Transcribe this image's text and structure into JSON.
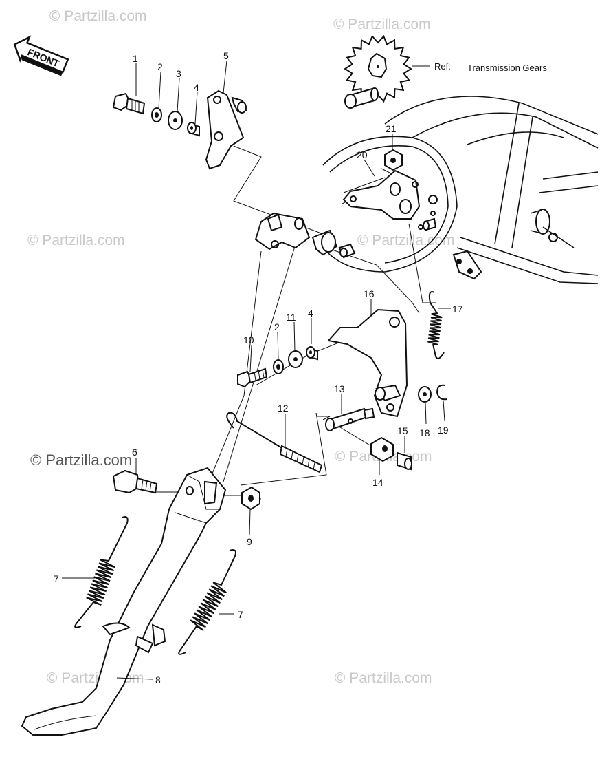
{
  "watermarks": [
    {
      "text": "© Partzilla.com"
    },
    {
      "text": "© Partzilla.com"
    },
    {
      "text": "© Partzilla.com"
    },
    {
      "text": "© Partzilla.com"
    },
    {
      "text": "© Partzilla.com"
    },
    {
      "text": "© Partzilla.com"
    },
    {
      "text": "© Partzilla.com"
    },
    {
      "text": "© Partzilla.com"
    }
  ],
  "front_label": "FRONT",
  "reference_note": {
    "prefix": "Ref.",
    "text": "Transmission Gears"
  },
  "callouts": [
    "1",
    "2",
    "3",
    "4",
    "5",
    "6",
    "7",
    "7",
    "8",
    "9",
    "10",
    "2",
    "11",
    "4",
    "12",
    "13",
    "14",
    "15",
    "16",
    "17",
    "18",
    "19",
    "20",
    "21"
  ]
}
